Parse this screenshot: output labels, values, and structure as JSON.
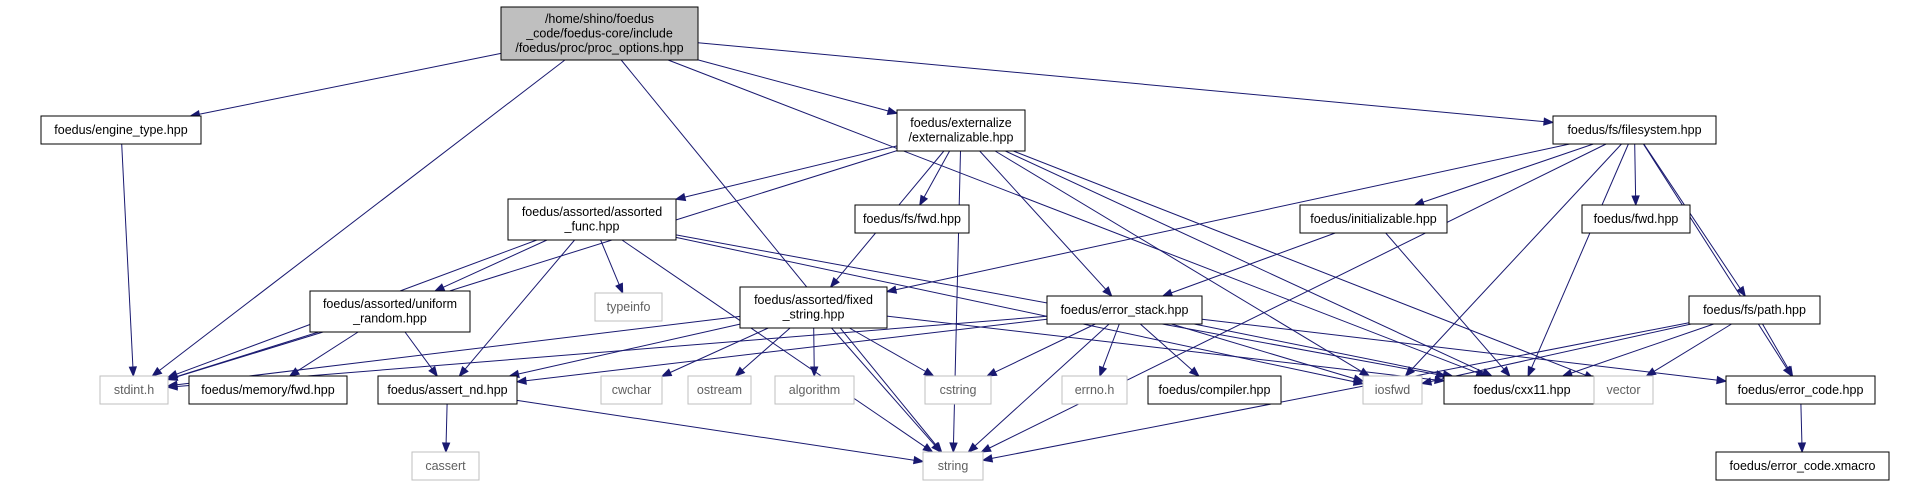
{
  "diagram": {
    "nodes": [
      {
        "id": "root",
        "lines": [
          "/home/shino/foedus",
          "_code/foedus-core/include",
          "/foedus/proc/proc_options.hpp"
        ],
        "style": "root"
      },
      {
        "id": "engine_type",
        "lines": [
          "foedus/engine_type.hpp"
        ],
        "style": "normal"
      },
      {
        "id": "externalizable",
        "lines": [
          "foedus/externalize",
          "/externalizable.hpp"
        ],
        "style": "normal"
      },
      {
        "id": "filesystem",
        "lines": [
          "foedus/fs/filesystem.hpp"
        ],
        "style": "normal"
      },
      {
        "id": "assorted_func",
        "lines": [
          "foedus/assorted/assorted",
          "_func.hpp"
        ],
        "style": "normal"
      },
      {
        "id": "fs_fwd",
        "lines": [
          "foedus/fs/fwd.hpp"
        ],
        "style": "normal"
      },
      {
        "id": "initializable",
        "lines": [
          "foedus/initializable.hpp"
        ],
        "style": "normal"
      },
      {
        "id": "fwd",
        "lines": [
          "foedus/fwd.hpp"
        ],
        "style": "normal"
      },
      {
        "id": "uniform_random",
        "lines": [
          "foedus/assorted/uniform",
          "_random.hpp"
        ],
        "style": "normal"
      },
      {
        "id": "typeinfo",
        "lines": [
          "typeinfo"
        ],
        "style": "external"
      },
      {
        "id": "fixed_string",
        "lines": [
          "foedus/assorted/fixed",
          "_string.hpp"
        ],
        "style": "normal"
      },
      {
        "id": "error_stack",
        "lines": [
          "foedus/error_stack.hpp"
        ],
        "style": "normal"
      },
      {
        "id": "path",
        "lines": [
          "foedus/fs/path.hpp"
        ],
        "style": "normal"
      },
      {
        "id": "stdint",
        "lines": [
          "stdint.h"
        ],
        "style": "external"
      },
      {
        "id": "memory_fwd",
        "lines": [
          "foedus/memory/fwd.hpp"
        ],
        "style": "normal"
      },
      {
        "id": "assert_nd",
        "lines": [
          "foedus/assert_nd.hpp"
        ],
        "style": "normal"
      },
      {
        "id": "cwchar",
        "lines": [
          "cwchar"
        ],
        "style": "external"
      },
      {
        "id": "ostream",
        "lines": [
          "ostream"
        ],
        "style": "external"
      },
      {
        "id": "algorithm",
        "lines": [
          "algorithm"
        ],
        "style": "external"
      },
      {
        "id": "cstring",
        "lines": [
          "cstring"
        ],
        "style": "external"
      },
      {
        "id": "errno",
        "lines": [
          "errno.h"
        ],
        "style": "external"
      },
      {
        "id": "compiler",
        "lines": [
          "foedus/compiler.hpp"
        ],
        "style": "normal"
      },
      {
        "id": "iosfwd",
        "lines": [
          "iosfwd"
        ],
        "style": "external"
      },
      {
        "id": "cxx11",
        "lines": [
          "foedus/cxx11.hpp"
        ],
        "style": "normal"
      },
      {
        "id": "vector",
        "lines": [
          "vector"
        ],
        "style": "external"
      },
      {
        "id": "error_code",
        "lines": [
          "foedus/error_code.hpp"
        ],
        "style": "normal"
      },
      {
        "id": "cassert",
        "lines": [
          "cassert"
        ],
        "style": "external"
      },
      {
        "id": "string",
        "lines": [
          "string"
        ],
        "style": "external"
      },
      {
        "id": "error_code_xmacro",
        "lines": [
          "foedus/error_code.xmacro"
        ],
        "style": "normal"
      }
    ],
    "edges": [
      [
        "root",
        "engine_type"
      ],
      [
        "root",
        "externalizable"
      ],
      [
        "root",
        "filesystem"
      ],
      [
        "root",
        "stdint"
      ],
      [
        "root",
        "string"
      ],
      [
        "root",
        "cxx11"
      ],
      [
        "engine_type",
        "stdint"
      ],
      [
        "externalizable",
        "assorted_func"
      ],
      [
        "externalizable",
        "fs_fwd"
      ],
      [
        "externalizable",
        "fixed_string"
      ],
      [
        "externalizable",
        "error_stack"
      ],
      [
        "externalizable",
        "stdint"
      ],
      [
        "externalizable",
        "string"
      ],
      [
        "externalizable",
        "iosfwd"
      ],
      [
        "externalizable",
        "cxx11"
      ],
      [
        "externalizable",
        "vector"
      ],
      [
        "filesystem",
        "fixed_string"
      ],
      [
        "filesystem",
        "initializable"
      ],
      [
        "filesystem",
        "fwd"
      ],
      [
        "filesystem",
        "path"
      ],
      [
        "filesystem",
        "iosfwd"
      ],
      [
        "filesystem",
        "cxx11"
      ],
      [
        "filesystem",
        "error_code"
      ],
      [
        "filesystem",
        "string"
      ],
      [
        "assorted_func",
        "uniform_random"
      ],
      [
        "assorted_func",
        "typeinfo"
      ],
      [
        "assorted_func",
        "stdint"
      ],
      [
        "assorted_func",
        "assert_nd"
      ],
      [
        "assorted_func",
        "string"
      ],
      [
        "assorted_func",
        "iosfwd"
      ],
      [
        "assorted_func",
        "cxx11"
      ],
      [
        "initializable",
        "error_stack"
      ],
      [
        "initializable",
        "cxx11"
      ],
      [
        "uniform_random",
        "stdint"
      ],
      [
        "uniform_random",
        "memory_fwd"
      ],
      [
        "uniform_random",
        "assert_nd"
      ],
      [
        "fixed_string",
        "stdint"
      ],
      [
        "fixed_string",
        "assert_nd"
      ],
      [
        "fixed_string",
        "cwchar"
      ],
      [
        "fixed_string",
        "ostream"
      ],
      [
        "fixed_string",
        "algorithm"
      ],
      [
        "fixed_string",
        "cstring"
      ],
      [
        "fixed_string",
        "string"
      ],
      [
        "fixed_string",
        "cxx11"
      ],
      [
        "error_stack",
        "stdint"
      ],
      [
        "error_stack",
        "assert_nd"
      ],
      [
        "error_stack",
        "cstring"
      ],
      [
        "error_stack",
        "errno"
      ],
      [
        "error_stack",
        "compiler"
      ],
      [
        "error_stack",
        "iosfwd"
      ],
      [
        "error_stack",
        "cxx11"
      ],
      [
        "error_stack",
        "error_code"
      ],
      [
        "error_stack",
        "string"
      ],
      [
        "path",
        "iosfwd"
      ],
      [
        "path",
        "cxx11"
      ],
      [
        "path",
        "vector"
      ],
      [
        "path",
        "error_code"
      ],
      [
        "path",
        "string"
      ],
      [
        "assert_nd",
        "cassert"
      ],
      [
        "assert_nd",
        "string"
      ],
      [
        "error_code",
        "error_code_xmacro"
      ]
    ],
    "colors": {
      "edge": "#191970",
      "root_fill": "#bfbfbf",
      "root_border": "#000000",
      "normal_fill": "#ffffff",
      "normal_border": "#000000",
      "external_fill": "#ffffff",
      "external_border": "#bfbfbf",
      "external_text": "#606060"
    }
  }
}
